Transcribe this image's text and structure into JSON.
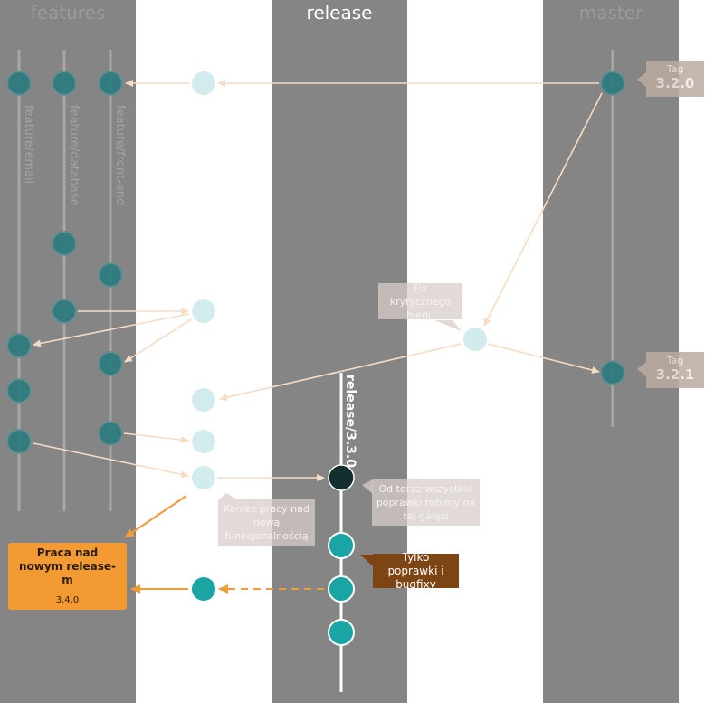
{
  "columns": {
    "features": "features",
    "release": "release",
    "master": "master"
  },
  "branches": {
    "email": "feature/email",
    "database": "feature/database",
    "frontend": "feature/front-end",
    "release": "release/3.3.0"
  },
  "tags": [
    {
      "label": "Tag",
      "version": "3.2.0"
    },
    {
      "label": "Tag",
      "version": "3.2.1"
    }
  ],
  "notes": {
    "hotfix": "Fix krytycznego błędu",
    "end_of_work": "Koniec pracy nad nową funkcjonalnością",
    "from_now": "Od teraz wszystkie poprawki robimy na tej gałęzi",
    "only_fixes": "Tylko poprawki i bugfixy",
    "new_release_title": "Praca nad nowym release-m",
    "new_release_version": "3.4.0"
  },
  "colors": {
    "band": "#858585",
    "commit_faded": "#d2ecee",
    "commit_teal": "#1aa5a4",
    "commit_dark": "#13302e",
    "arrow_faded": "#f6dcc4",
    "arrow_orange": "#ef9d39",
    "note_faded": "#d7cec9",
    "note_brown": "#7e4514",
    "note_orange": "#f39a33"
  }
}
